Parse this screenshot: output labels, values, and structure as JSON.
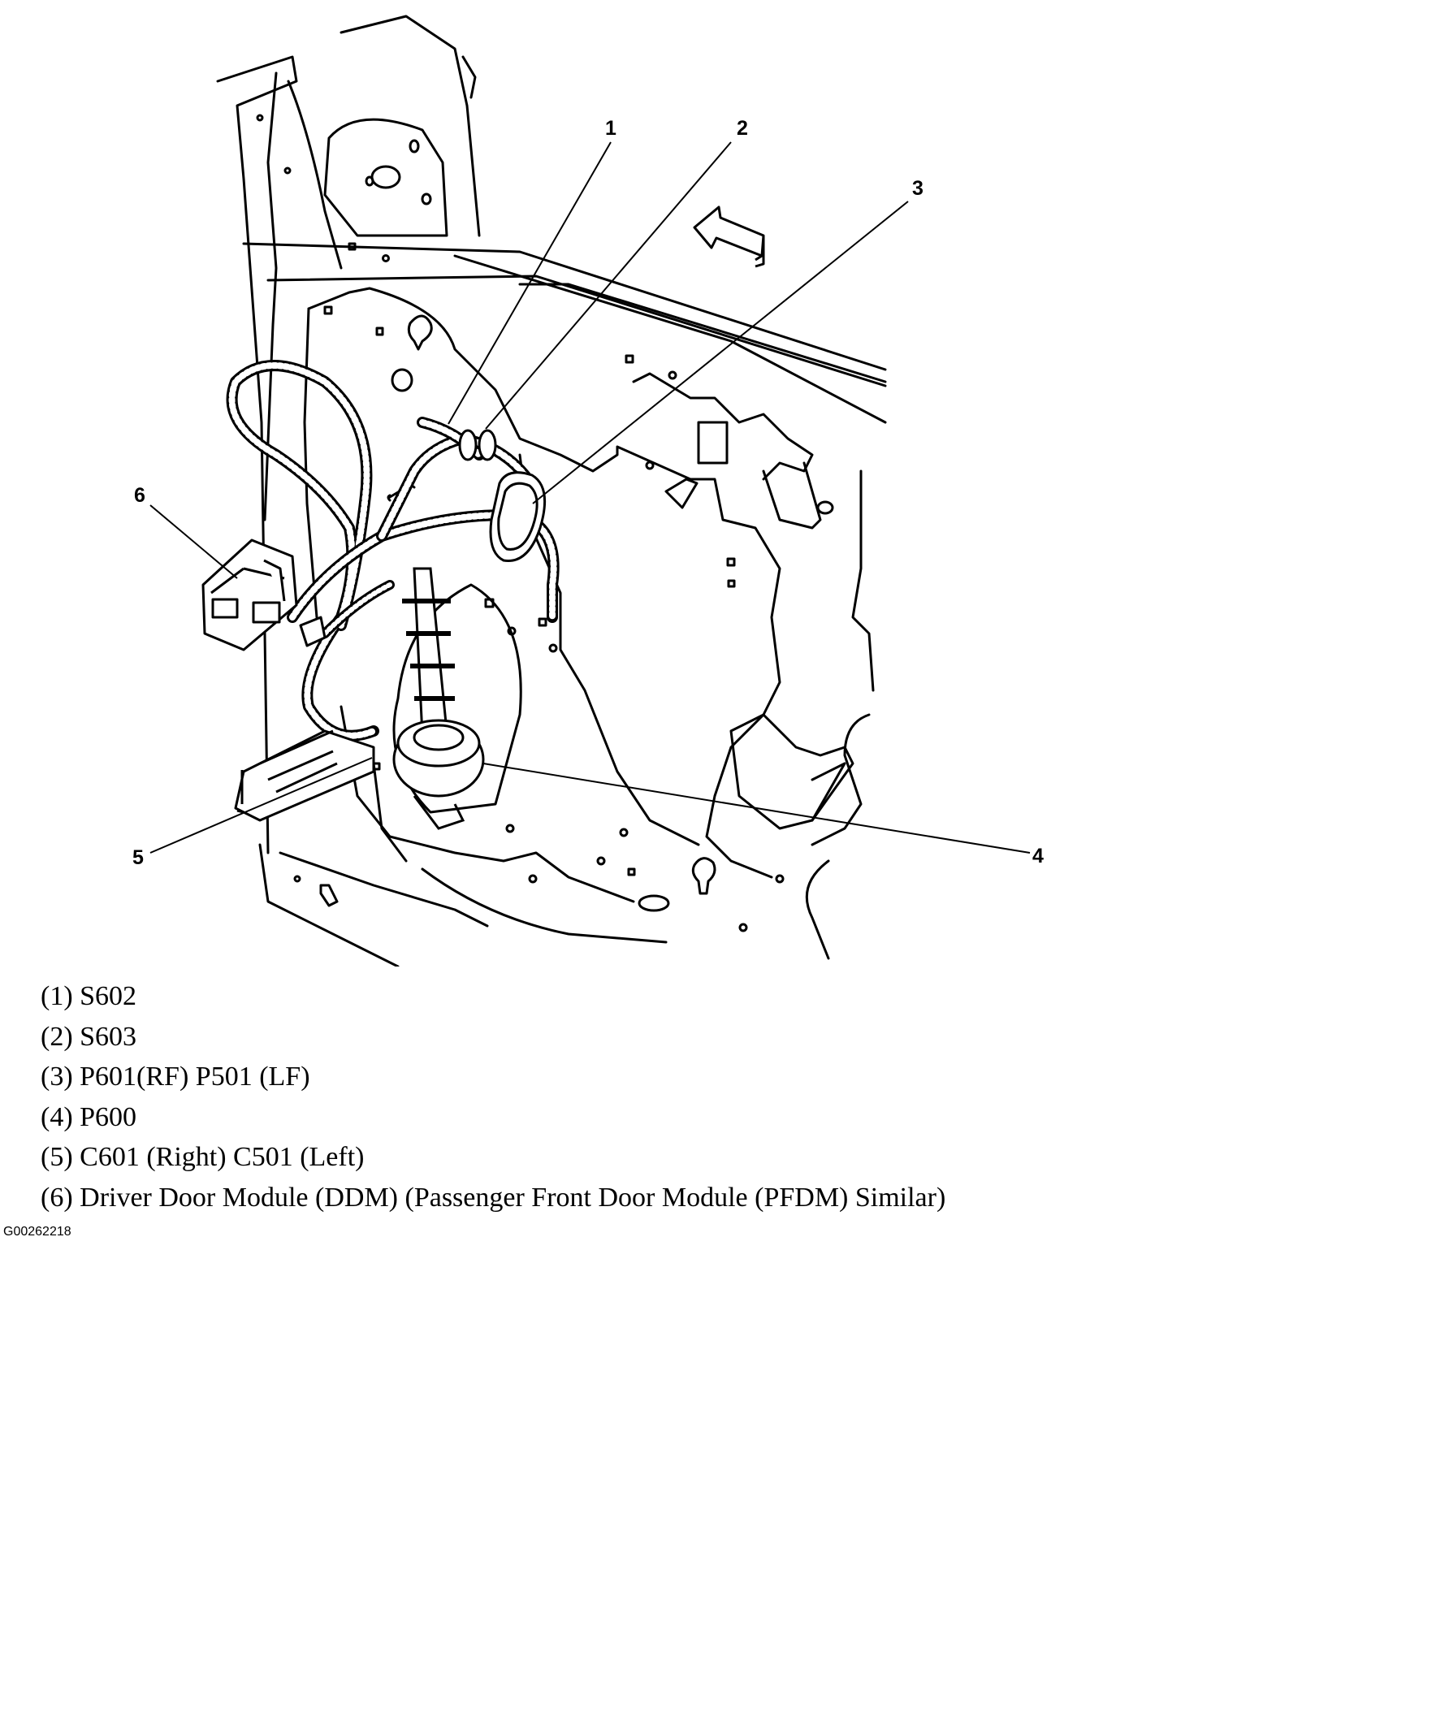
{
  "callouts": [
    {
      "label": "1"
    },
    {
      "label": "2"
    },
    {
      "label": "3"
    },
    {
      "label": "4"
    },
    {
      "label": "5"
    },
    {
      "label": "6"
    }
  ],
  "legend": [
    {
      "text": "(1) S602"
    },
    {
      "text": "(2) S603"
    },
    {
      "text": "(3) P601(RF) P501 (LF)"
    },
    {
      "text": "(4) P600"
    },
    {
      "text": "(5) C601 (Right) C501 (Left)"
    },
    {
      "text": "(6) Driver Door Module (DDM) (Passenger Front Door Module (PFDM) Similar)"
    }
  ],
  "figure_id": "G00262218"
}
